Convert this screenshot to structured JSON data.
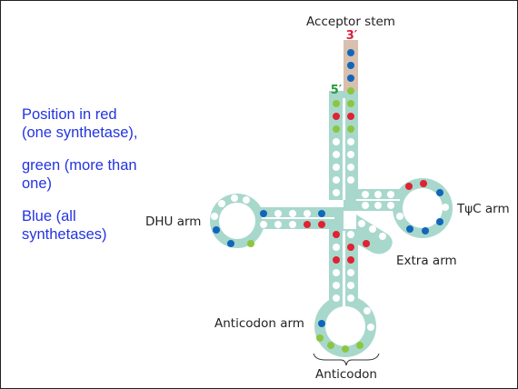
{
  "legend": {
    "red_text": "Position in red (one synthetase),",
    "green_text": "green (more than one)",
    "blue_text": "Blue (all synthetases)"
  },
  "labels": {
    "acceptor_stem": "Acceptor stem",
    "three_prime": "3′",
    "five_prime": "5′",
    "dhu_arm": "DHU arm",
    "tpsic_arm": "TψC arm",
    "extra_arm": "Extra arm",
    "anticodon_arm": "Anticodon arm",
    "anticodon": "Anticodon"
  },
  "colors": {
    "legend_text": "#2334e0",
    "red": "#e02233",
    "green": "#8cc63f",
    "blue": "#1166bb",
    "backbone": "#a8d8cc",
    "acceptor_tail": "#d9bfae",
    "three_prime_label": "#d81e3a",
    "five_prime_label": "#2a9b3c"
  }
}
